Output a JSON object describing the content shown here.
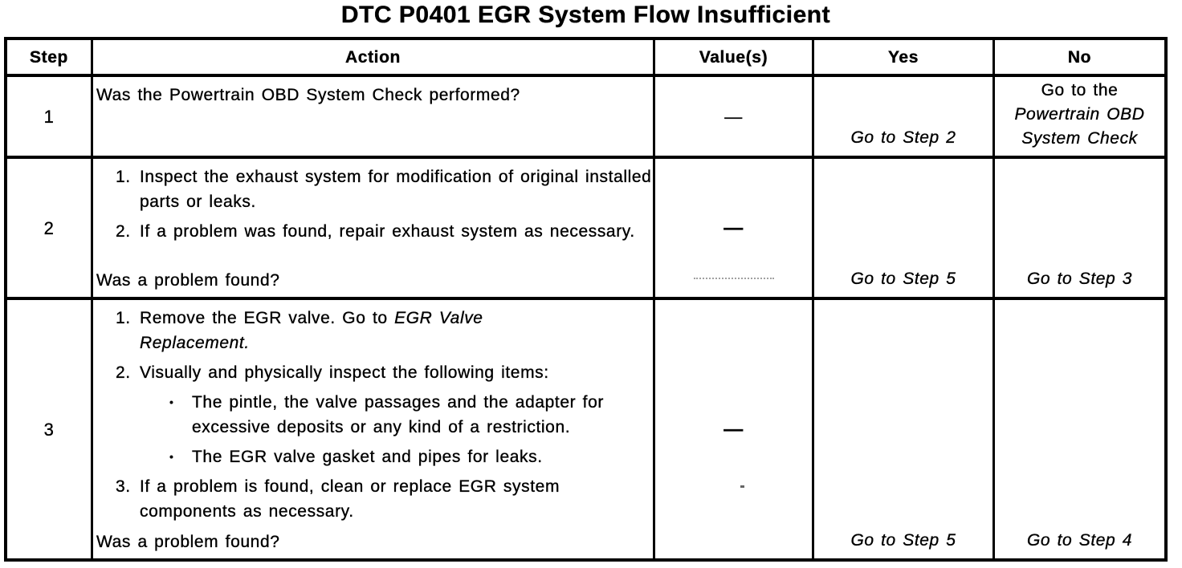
{
  "page_title": "DTC P0401 EGR System Flow Insufficient",
  "table": {
    "columns": [
      "Step",
      "Action",
      "Value(s)",
      "Yes",
      "No"
    ],
    "rows": [
      {
        "step": "1",
        "action": {
          "intro": "Was the Powertrain OBD System Check performed?"
        },
        "value": "—",
        "yes": {
          "text": "Go to Step 2",
          "italic": true
        },
        "no": {
          "lines": [
            {
              "text": "Go to the",
              "italic": false
            },
            {
              "text": "Powertrain OBD",
              "italic": true
            },
            {
              "text": "System Check",
              "italic": true
            }
          ]
        }
      },
      {
        "step": "2",
        "action": {
          "items": [
            {
              "num": "1.",
              "segments": [
                {
                  "text": "Inspect the exhaust system for modification of original installed parts or leaks.",
                  "italic": false
                }
              ]
            },
            {
              "num": "2.",
              "segments": [
                {
                  "text": "If a problem was found, repair exhaust system as necessary.",
                  "italic": false
                }
              ]
            }
          ],
          "question": "Was a problem found?"
        },
        "value": "—",
        "yes": {
          "text": "Go to Step 5",
          "italic": true
        },
        "no": {
          "text": "Go to Step 3",
          "italic": true
        }
      },
      {
        "step": "3",
        "action": {
          "items": [
            {
              "num": "1.",
              "segments": [
                {
                  "text": "Remove the EGR valve. Go to ",
                  "italic": false
                },
                {
                  "text": "EGR Valve",
                  "italic": true
                },
                {
                  "text": "Replacement.",
                  "italic": true,
                  "br": true
                }
              ]
            },
            {
              "num": "2.",
              "segments": [
                {
                  "text": "Visually and physically inspect the following items:",
                  "italic": false
                }
              ],
              "bullets": [
                "The pintle, the valve passages and the adapter for excessive deposits or any kind of a restriction.",
                "The EGR valve gasket and pipes for leaks."
              ]
            },
            {
              "num": "3.",
              "segments": [
                {
                  "text": "If a problem is found, clean or replace EGR system components as necessary.",
                  "italic": false
                }
              ]
            }
          ],
          "question": "Was a problem found?"
        },
        "value": "—",
        "yes": {
          "text": "Go to Step 5",
          "italic": true
        },
        "no": {
          "text": "Go to Step 4",
          "italic": true
        }
      }
    ]
  },
  "bullet_glyph": "•"
}
